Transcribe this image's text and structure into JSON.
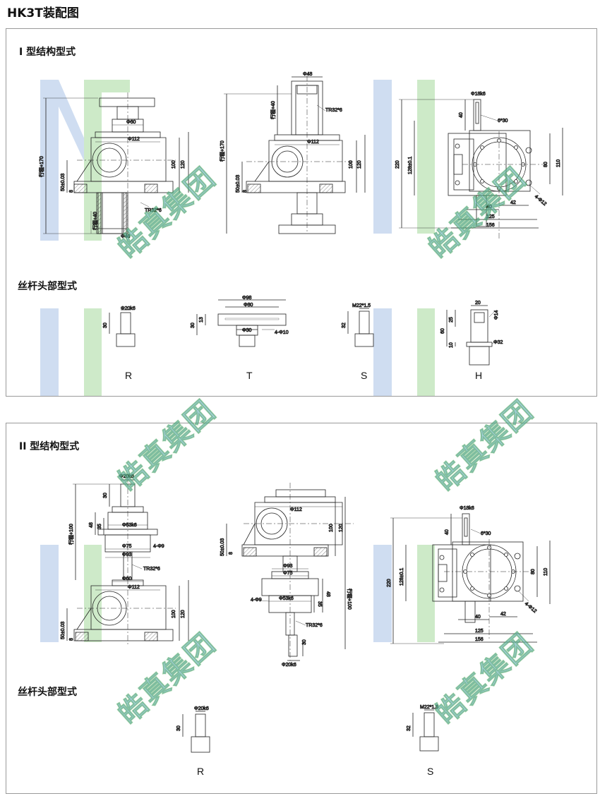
{
  "page": {
    "title": "HK3T装配图"
  },
  "panel1": {
    "title": "I 型结构型式",
    "head_title": "丝杆头部型式",
    "views": {
      "front_a": {
        "d_top": "Φ60",
        "d_body": "Φ112",
        "h1": "100",
        "h2": "120",
        "h_base": "50±0.03",
        "base_t": "8",
        "stroke": "行程+170",
        "stroke2": "行程+40",
        "thread": "TR32*6",
        "d_tube": "Φ48"
      },
      "front_b": {
        "d_tube": "Φ48",
        "stroke": "行程+40",
        "stroke_total": "行程+170",
        "thread": "TR32*6",
        "d_body": "Φ112",
        "h1": "100",
        "h2": "120",
        "h_base": "50±0.03",
        "base_t": "8"
      },
      "side": {
        "shaft": "Φ18k6",
        "keyway": "6*30",
        "h_top": "40",
        "h_total": "220",
        "h_mid": "128±0.1",
        "w1": "80",
        "w2": "110",
        "holes": "4-Φ12",
        "d40": "40",
        "d42": "42",
        "d125": "125",
        "d156": "156"
      }
    },
    "heads": [
      {
        "letter": "R",
        "dia": "Φ20k6",
        "len": "30"
      },
      {
        "letter": "T",
        "d1": "Φ98",
        "d2": "Φ80",
        "d3": "Φ30",
        "h": "30",
        "t": "13",
        "holes": "4-Φ10"
      },
      {
        "letter": "S",
        "thread": "M22*1.5",
        "len": "32"
      },
      {
        "letter": "H",
        "w": "20",
        "d1": "Φ14",
        "d2": "Φ32",
        "h1": "25",
        "h2": "60",
        "h3": "10"
      }
    ]
  },
  "panel2": {
    "title": "II 型结构型式",
    "head_title": "丝杆头部型式",
    "views": {
      "front_a": {
        "shaft": "Φ20k6",
        "l30": "30",
        "d_nut": "Φ53k6",
        "h48": "48",
        "h35": "35",
        "d75": "Φ75",
        "d93": "Φ93",
        "holes": "4-Φ9",
        "stroke": "行程+100",
        "thread": "TR32*6",
        "d_top": "Φ60",
        "d_body": "Φ112",
        "h1": "100",
        "h2": "120",
        "h_base": "50±0.03",
        "base_t": "8"
      },
      "front_b": {
        "d_body": "Φ112",
        "h1": "100",
        "h2": "120",
        "h_base": "50±0.03",
        "base_t": "8",
        "d93": "Φ93",
        "d75": "Φ75",
        "holes": "4-Φ9",
        "d_nut": "Φ53k6",
        "h48": "48",
        "h35": "35",
        "thread": "TR32*6",
        "stroke": "行程+100",
        "l30": "30",
        "shaft": "Φ20k6"
      },
      "side": {
        "shaft": "Φ18k6",
        "keyway": "6*30",
        "h_top": "40",
        "h_total": "220",
        "h_mid": "128±0.1",
        "w1": "80",
        "w2": "110",
        "holes": "4-Φ12",
        "d40": "40",
        "d42": "42",
        "d125": "125",
        "d156": "156"
      }
    },
    "heads": [
      {
        "letter": "R",
        "dia": "Φ20k6",
        "len": "30"
      },
      {
        "letter": "S",
        "thread": "M22*1.5",
        "len": "32"
      }
    ]
  },
  "watermark": {
    "text": "皓真集团",
    "color_blue": "#9cc3e8",
    "color_green": "#8fd08a"
  },
  "colors": {
    "line": "#222222",
    "hatch": "#555555",
    "frame": "#9a9a9a"
  }
}
